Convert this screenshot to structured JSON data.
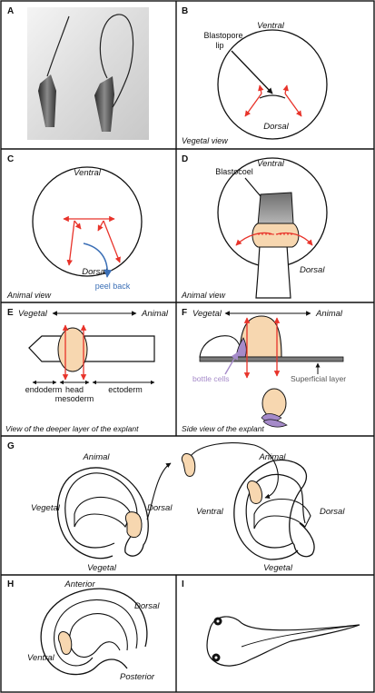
{
  "panels": {
    "A": {
      "letter": "A"
    },
    "B": {
      "letter": "B",
      "ventral": "Ventral",
      "dorsal": "Dorsal",
      "blastopore": [
        "Blastopore",
        "lip"
      ],
      "view": "Vegetal view"
    },
    "C": {
      "letter": "C",
      "ventral": "Ventral",
      "dorsal": "Dorsal",
      "peel": "peel back",
      "view": "Animal view"
    },
    "D": {
      "letter": "D",
      "ventral": "Ventral",
      "dorsal": "Dorsal",
      "blastocoel": "Blastocoel",
      "view": "Animal view"
    },
    "E": {
      "letter": "E",
      "vegetal": "Vegetal",
      "animal": "Animal",
      "endoderm": "endoderm",
      "head": "head",
      "mesoderm": "mesoderm",
      "ectoderm": "ectoderm",
      "view": "View of the deeper layer of the explant"
    },
    "F": {
      "letter": "F",
      "vegetal": "Vegetal",
      "animal": "Animal",
      "superficial": "Superficial layer",
      "bottle": "bottle cells",
      "view": "Side view of the explant"
    },
    "G": {
      "letter": "G",
      "animal_left": "Animal",
      "vegetal_left_side": "Vegetal",
      "dorsal_left": "Dorsal",
      "vegetal_left_bottom": "Vegetal",
      "animal_right": "Animal",
      "ventral_right": "Ventral",
      "dorsal_right": "Dorsal",
      "vegetal_right_bottom": "Vegetal"
    },
    "H": {
      "letter": "H",
      "anterior": "Anterior",
      "dorsal": "Dorsal",
      "ventral": "Ventral",
      "posterior": "Posterior"
    },
    "I": {
      "letter": "I"
    }
  },
  "colors": {
    "tissue": "#f7d7b0",
    "arrow": "#e8332a",
    "peel": "#3b6fb6",
    "bottle": "#a58ac9",
    "gray": "#7a7a7a",
    "border": "#111111"
  }
}
